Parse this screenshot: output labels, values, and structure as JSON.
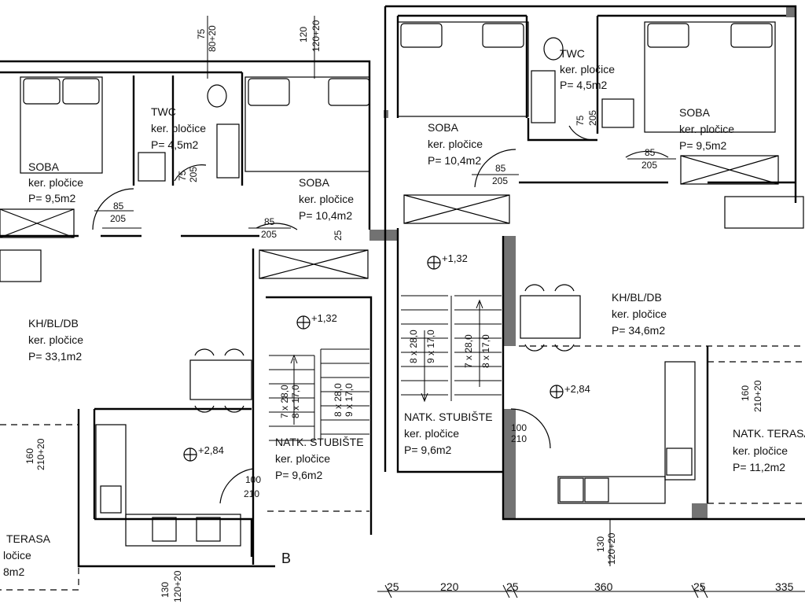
{
  "units": {
    "left": {
      "soba_a": {
        "name": "SOBA",
        "finish": "ker. pločice",
        "area": "P= 9,5m2"
      },
      "twc": {
        "name": "TWC",
        "finish": "ker. pločice",
        "area": "P= 4,5m2"
      },
      "soba_b": {
        "name": "SOBA",
        "finish": "ker. pločice",
        "area": "P= 10,4m2"
      },
      "kh": {
        "name": "KH/BL/DB",
        "finish": "ker. pločice",
        "area": "P= 33,1m2"
      },
      "stair": {
        "name": "NATK. STUBIŠTE",
        "finish": "ker. pločice",
        "area": "P= 9,6m2"
      },
      "terrace": {
        "name": "TERASA",
        "finish": "ločice",
        "area": "8m2"
      }
    },
    "right": {
      "soba_a": {
        "name": "SOBA",
        "finish": "ker. pločice",
        "area": "P= 10,4m2"
      },
      "twc": {
        "name": "TWC",
        "finish": "ker. pločice",
        "area": "P= 4,5m2"
      },
      "soba_b": {
        "name": "SOBA",
        "finish": "ker. pločice",
        "area": "P= 9,5m2"
      },
      "kh": {
        "name": "KH/BL/DB",
        "finish": "ker. pločice",
        "area": "P= 34,6m2"
      },
      "stair": {
        "name": "NATK. STUBIŠTE",
        "finish": "ker. pločice",
        "area": "P= 9,6m2"
      },
      "terrace": {
        "name": "NATK. TERASA",
        "finish": "ker. pločice",
        "area": "P= 11,2m2"
      }
    }
  },
  "levels": {
    "l1": "+1,32",
    "l2": "+2,84",
    "r1": "+1,32",
    "r2": "+2,84"
  },
  "door_dims": {
    "d85_top": "85",
    "d205": "205",
    "d100": "100",
    "d210": "210",
    "d75": "75",
    "d25": "25",
    "d120": "120",
    "d130": "130",
    "d160": "160",
    "d80_20": "80+20",
    "d120_20": "120+20",
    "d210_20": "210+20"
  },
  "stairs": {
    "left_a": "7 x 28,0",
    "left_b": "8 x 17,0",
    "left_c": "8 x 28,0",
    "left_d": "9 x 17,0",
    "right_a": "8 x 28,0",
    "right_b": "9 x 17,0",
    "right_c": "7 x 28,0",
    "right_d": "8 x 17,0"
  },
  "bottom_dims": {
    "a": "25",
    "b": "220",
    "c": "25",
    "d": "360",
    "e": "25",
    "f": "335"
  },
  "section_mark": "B"
}
